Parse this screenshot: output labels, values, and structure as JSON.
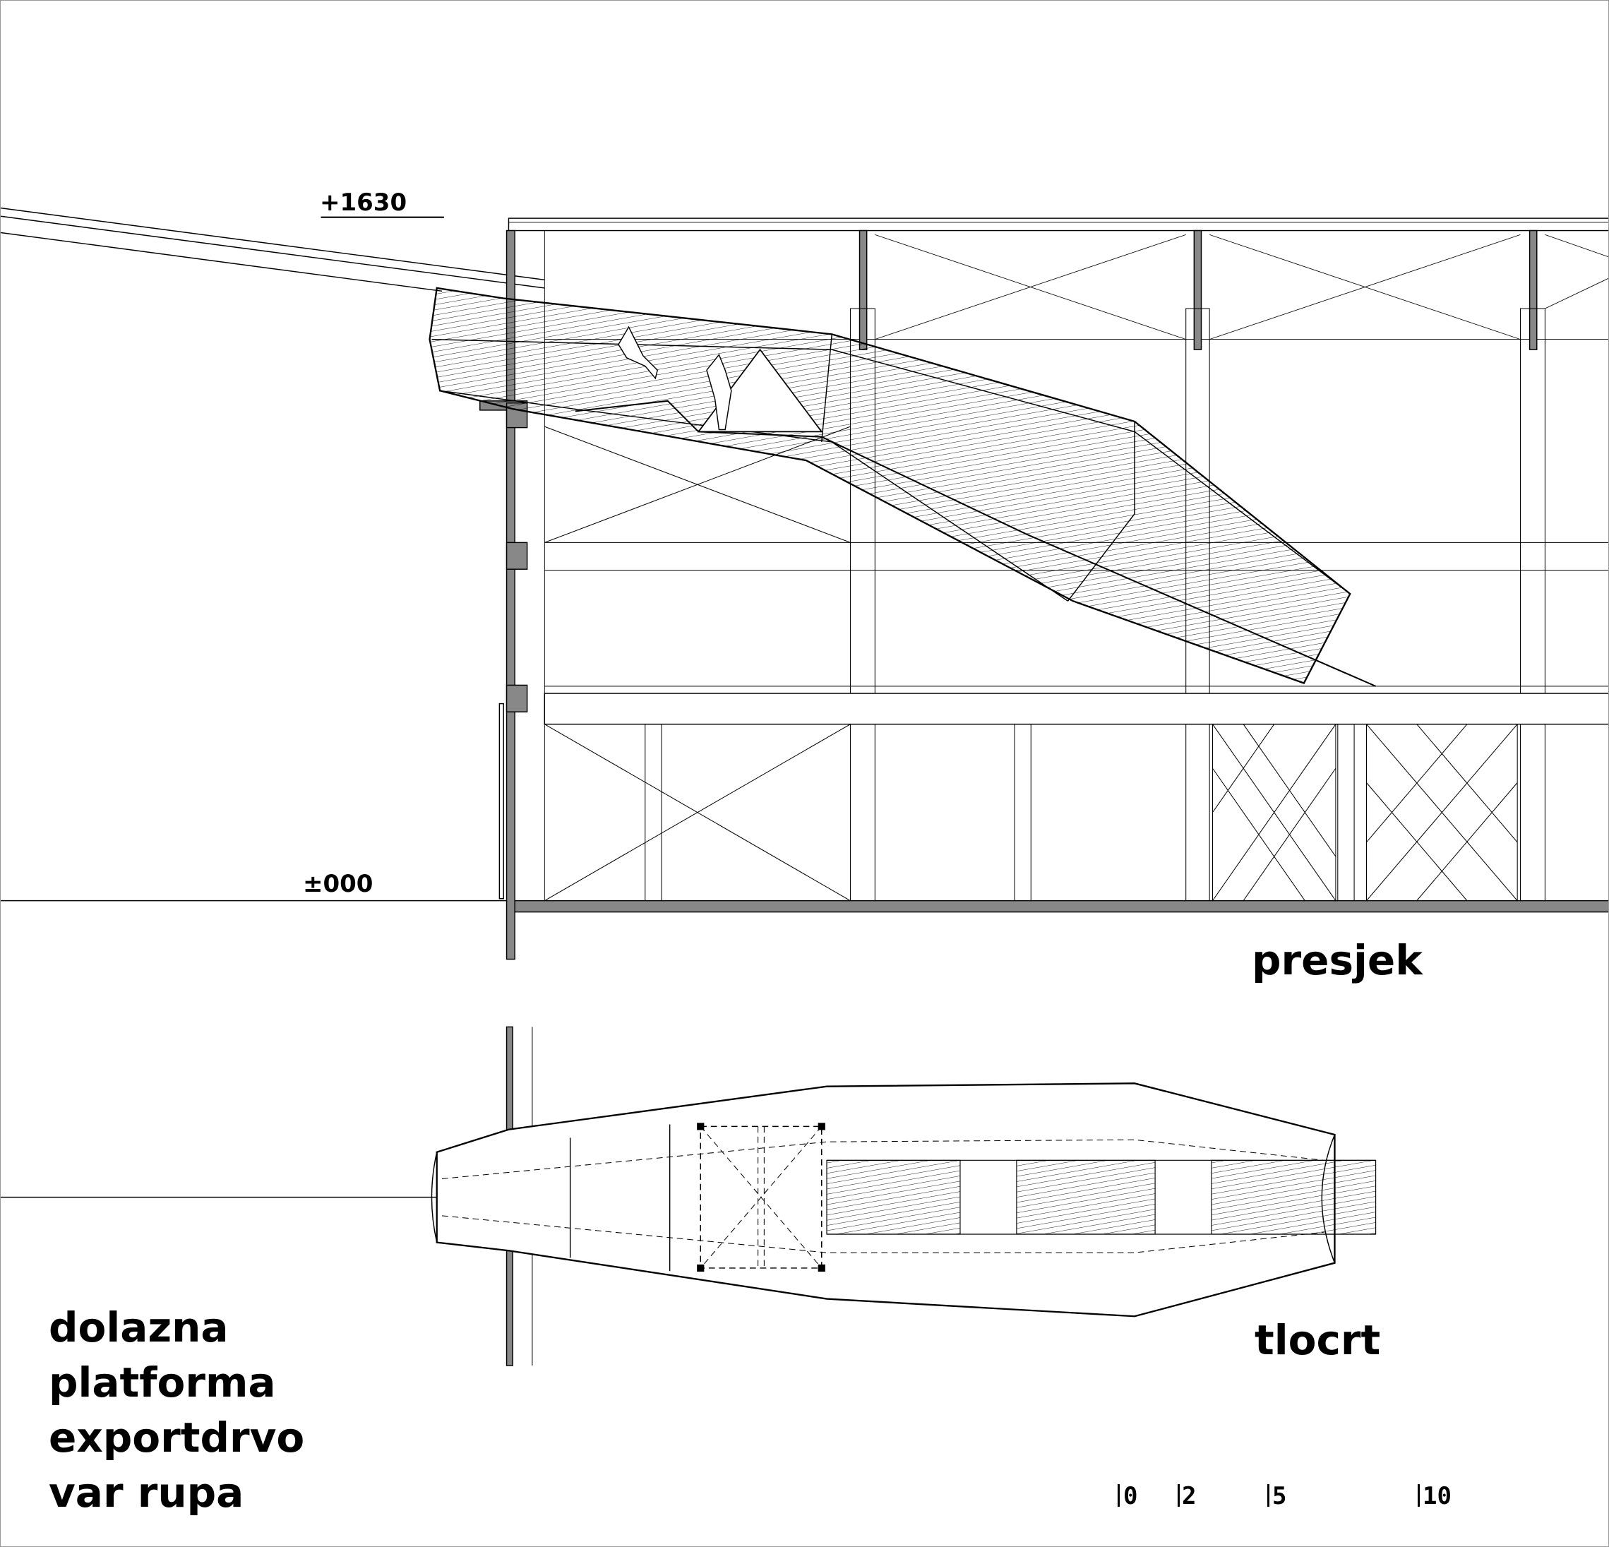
{
  "levels": {
    "top": "+1630",
    "ground": "±000"
  },
  "views": {
    "section": "presjek",
    "plan": "tlocrt"
  },
  "title_lines": [
    "dolazna",
    "platforma",
    "exportdrvo",
    "var rupa"
  ],
  "scale_bar": [
    "0",
    "2",
    "5",
    "10"
  ]
}
